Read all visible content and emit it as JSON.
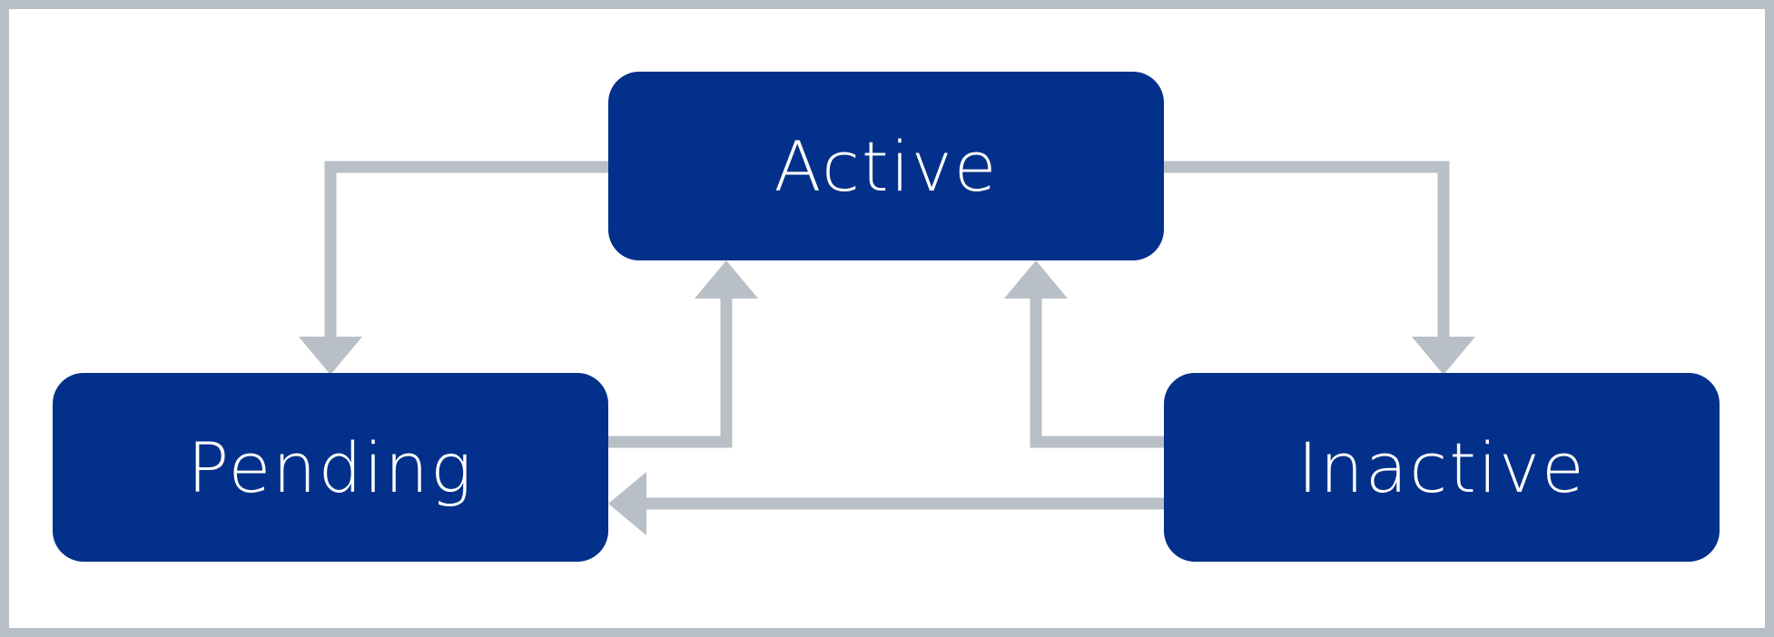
{
  "diagram": {
    "colors": {
      "node_fill": "#02308a",
      "node_text": "#ffffff",
      "connector": "#b8bfc6",
      "frame_border": "#b8bfc6",
      "background": "#ffffff"
    },
    "nodes": [
      {
        "id": "active",
        "label": "Active"
      },
      {
        "id": "pending",
        "label": "Pending"
      },
      {
        "id": "inactive",
        "label": "Inactive"
      }
    ],
    "edges": [
      {
        "from": "active",
        "to": "pending"
      },
      {
        "from": "active",
        "to": "inactive"
      },
      {
        "from": "pending",
        "to": "active"
      },
      {
        "from": "inactive",
        "to": "active"
      },
      {
        "from": "inactive",
        "to": "pending"
      }
    ]
  }
}
